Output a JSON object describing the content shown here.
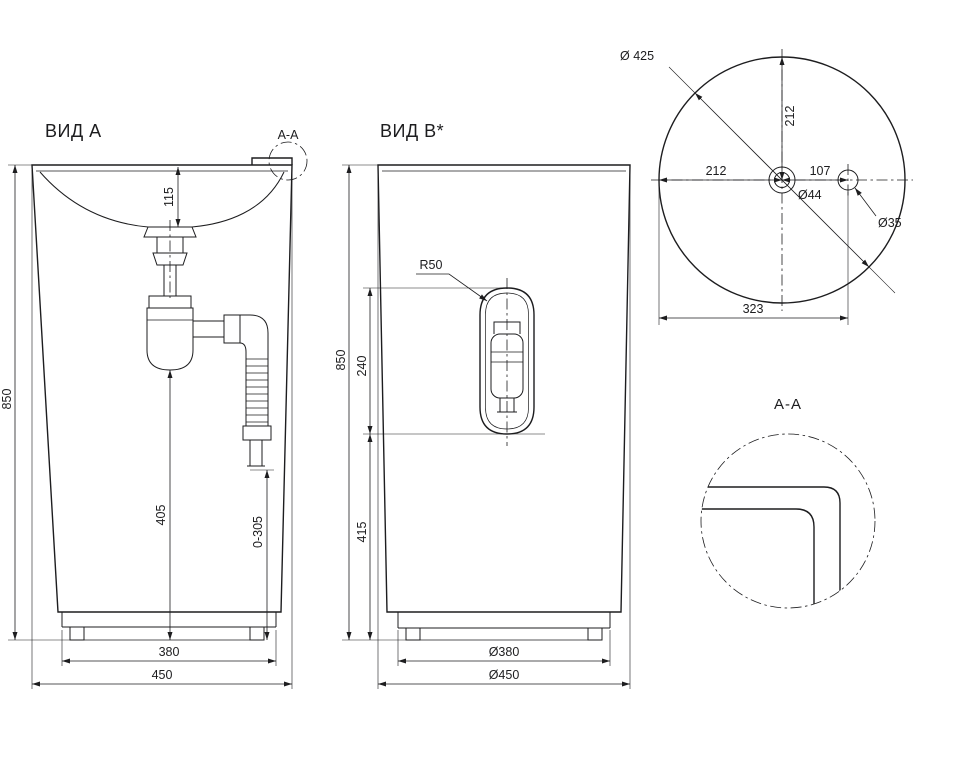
{
  "drawing": {
    "view_a": {
      "title": "ВИД А",
      "callout_label": "A-A",
      "dim_height": "850",
      "dim_basin_depth": "115",
      "dim_trap_height": "405",
      "dim_outlet_range": "0-305",
      "dim_base_width": "380",
      "dim_overall_width": "450"
    },
    "view_b": {
      "title": "ВИД В*",
      "dim_radius": "R50",
      "dim_height": "850",
      "dim_slot_height": "240",
      "dim_slot_to_floor": "415",
      "dim_base_width": "Ø380",
      "dim_overall_width": "Ø450"
    },
    "top_view": {
      "dim_diameter": "Ø 425",
      "dim_center_from_top": "212",
      "dim_center_from_left": "212",
      "dim_faucet_offset": "107",
      "dim_drain_hole": "Ø44",
      "dim_faucet_hole": "Ø35",
      "dim_edge_to_faucet": "323"
    },
    "detail_aa": {
      "title": "A-A"
    },
    "colors": {
      "line": "#1d1d1f",
      "background": "#ffffff"
    }
  }
}
